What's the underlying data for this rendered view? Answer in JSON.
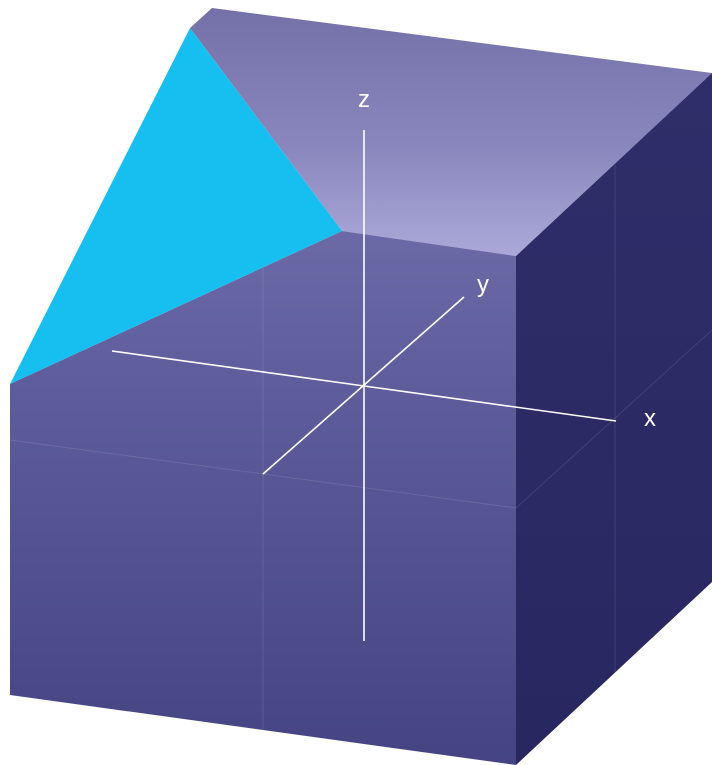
{
  "labels": {
    "z": "z",
    "y": "y",
    "x": "x"
  },
  "colors": {
    "cut_face": "#17bff0",
    "front_face": "#4d4c8f",
    "right_face": "#2b2a65",
    "top_face": "#8f8dc6",
    "axes": "#ffffff"
  }
}
